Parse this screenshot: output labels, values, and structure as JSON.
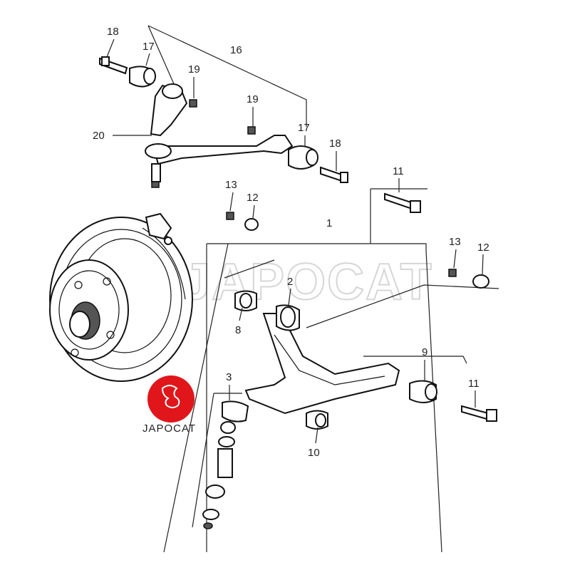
{
  "diagram": {
    "watermark": "JAPOCAT",
    "logo": {
      "text": "JAPOCAT",
      "color": "#e0161b"
    },
    "callouts": {
      "c18a": "18",
      "c17a": "17",
      "c16": "16",
      "c19a": "19",
      "c19b": "19",
      "c17b": "17",
      "c18b": "18",
      "c20": "20",
      "c11a": "11",
      "c13a": "13",
      "c12a": "12",
      "c1": "1",
      "c13b": "13",
      "c12b": "12",
      "c2": "2",
      "c8": "8",
      "c9": "9",
      "c3": "3",
      "c11b": "11",
      "c10": "10"
    }
  }
}
